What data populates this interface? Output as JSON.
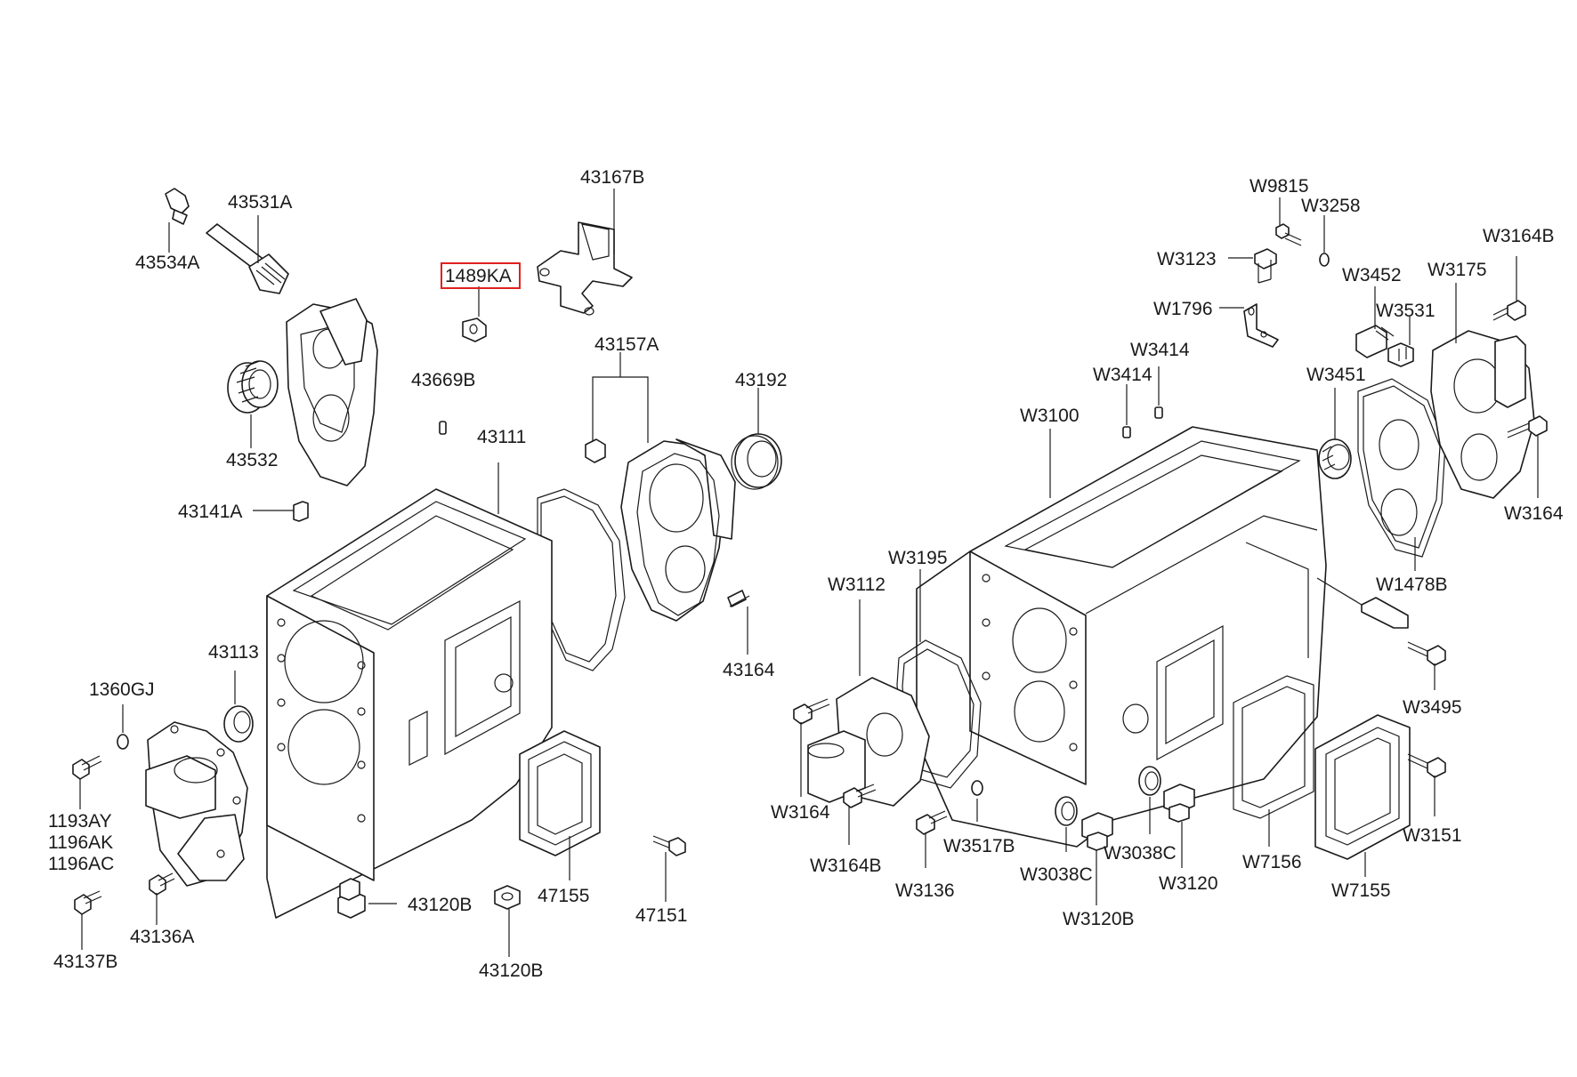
{
  "diagram": {
    "highlight_color": "#e02020",
    "labels": {
      "p43534A": "43534A",
      "p43531A": "43531A",
      "p43532": "43532",
      "p43167B": "43167B",
      "p1489KA": "1489KA",
      "p43669B": "43669B",
      "p43157A": "43157A",
      "p43192": "43192",
      "p43111": "43111",
      "p43141A": "43141A",
      "p43164": "43164",
      "p43113": "43113",
      "p1360GJ": "1360GJ",
      "p1193AY": "1193AY",
      "p1196AK": "1196AK",
      "p1196AC": "1196AC",
      "p43137B": "43137B",
      "p43136A": "43136A",
      "p43120B_a": "43120B",
      "p43120B_b": "43120B",
      "p47155": "47155",
      "p47151": "47151",
      "pW9815": "W9815",
      "pW3258": "W3258",
      "pW3123": "W3123",
      "pW3164B_top": "W3164B",
      "pW3452": "W3452",
      "pW3175": "W3175",
      "pW1796": "W1796",
      "pW3531": "W3531",
      "pW3414_a": "W3414",
      "pW3414_b": "W3414",
      "pW3451": "W3451",
      "pW3100": "W3100",
      "pW3164_right": "W3164",
      "pW3195": "W3195",
      "pW3112": "W3112",
      "pW1478B": "W1478B",
      "pW3495": "W3495",
      "pW3164_left": "W3164",
      "pW3164B_low": "W3164B",
      "pW3517B": "W3517B",
      "pW3136": "W3136",
      "pW3038C_a": "W3038C",
      "pW3038C_b": "W3038C",
      "pW3120": "W3120",
      "pW3120B": "W3120B",
      "pW7156": "W7156",
      "pW7155": "W7155",
      "pW3151": "W3151"
    }
  }
}
